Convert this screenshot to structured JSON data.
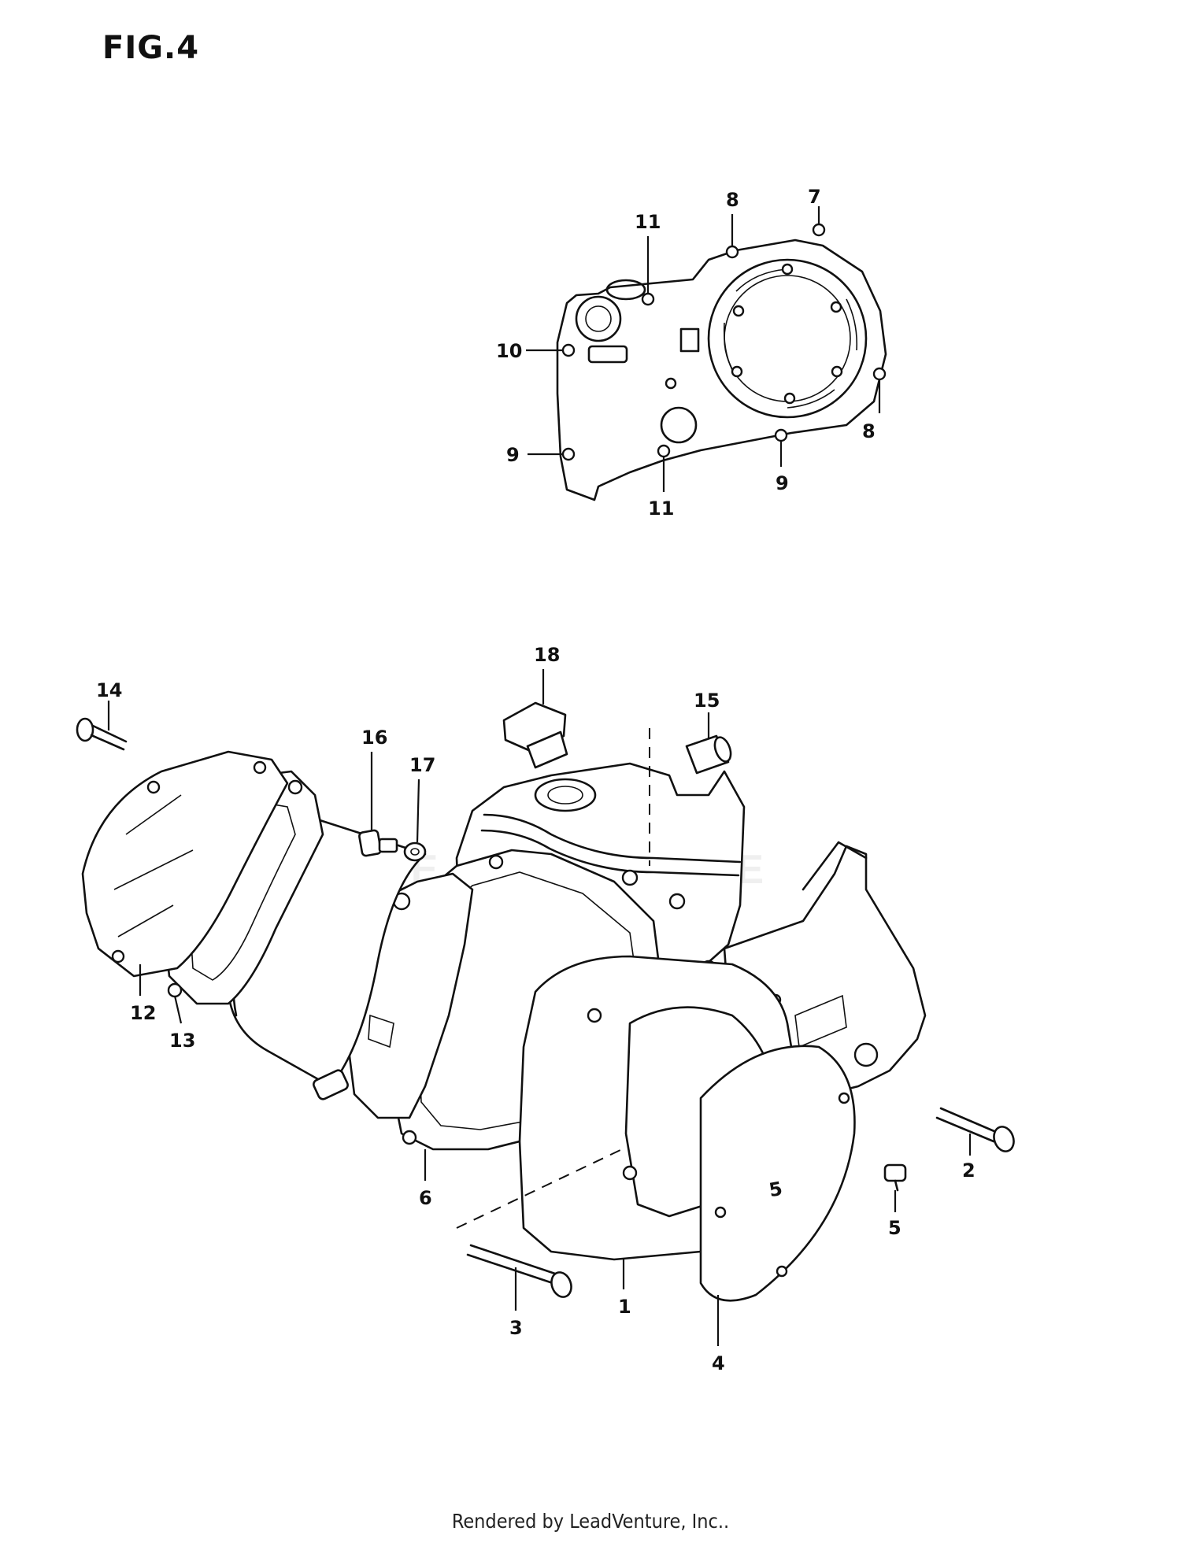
{
  "figure": {
    "title": "FIG.4"
  },
  "footer": {
    "text": "Rendered by LeadVenture, Inc.."
  },
  "watermark": {
    "text": "LEADVENTURE"
  },
  "callouts": {
    "upper": [
      {
        "id": "c11a",
        "label": "11"
      },
      {
        "id": "c8a",
        "label": "8"
      },
      {
        "id": "c7",
        "label": "7"
      },
      {
        "id": "c10",
        "label": "10"
      },
      {
        "id": "c8b",
        "label": "8"
      },
      {
        "id": "c9a",
        "label": "9"
      },
      {
        "id": "c11b",
        "label": "11"
      },
      {
        "id": "c9b",
        "label": "9"
      }
    ],
    "lower": [
      {
        "id": "c14",
        "label": "14"
      },
      {
        "id": "c18",
        "label": "18"
      },
      {
        "id": "c15",
        "label": "15"
      },
      {
        "id": "c16",
        "label": "16"
      },
      {
        "id": "c17",
        "label": "17"
      },
      {
        "id": "c12",
        "label": "12"
      },
      {
        "id": "c13",
        "label": "13"
      },
      {
        "id": "c6",
        "label": "6"
      },
      {
        "id": "c2",
        "label": "2"
      },
      {
        "id": "c5",
        "label": "5"
      },
      {
        "id": "c3",
        "label": "3"
      },
      {
        "id": "c1",
        "label": "1"
      },
      {
        "id": "c4",
        "label": "4"
      }
    ]
  },
  "cover_mark": "5"
}
